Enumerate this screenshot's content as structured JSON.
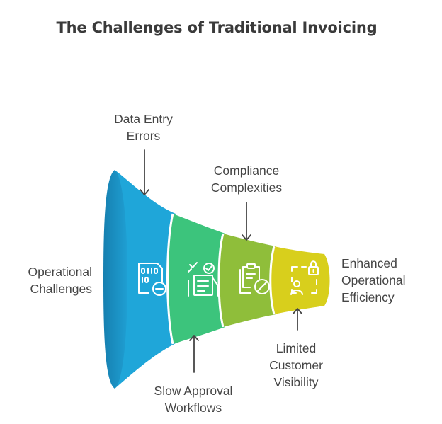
{
  "title": "The Challenges of Traditional Invoicing",
  "start_label": {
    "line1": "Operational",
    "line2": "Challenges"
  },
  "end_label": {
    "line1": "Enhanced",
    "line2": "Operational",
    "line3": "Efficiency"
  },
  "stages": [
    {
      "label_line1": "Data Entry",
      "label_line2": "Errors",
      "color": "#1fa6d9",
      "icon": "data-entry-error-icon"
    },
    {
      "label_line1": "Slow Approval",
      "label_line2": "Workflows",
      "color": "#3cc47c",
      "icon": "approval-checklist-icon"
    },
    {
      "label_line1": "Compliance",
      "label_line2": "Complexities",
      "color": "#8fbe3a",
      "icon": "compliance-document-icon"
    },
    {
      "label_line1": "Limited",
      "label_line2": "Customer",
      "label_line3": "Visibility",
      "color": "#d8cf1c",
      "icon": "locked-user-icon"
    }
  ],
  "colors": {
    "mouth_dark": "#1a8fc0",
    "arrow": "#454545",
    "title": "#3a3a3a",
    "icon_stroke": "#ffffff"
  }
}
